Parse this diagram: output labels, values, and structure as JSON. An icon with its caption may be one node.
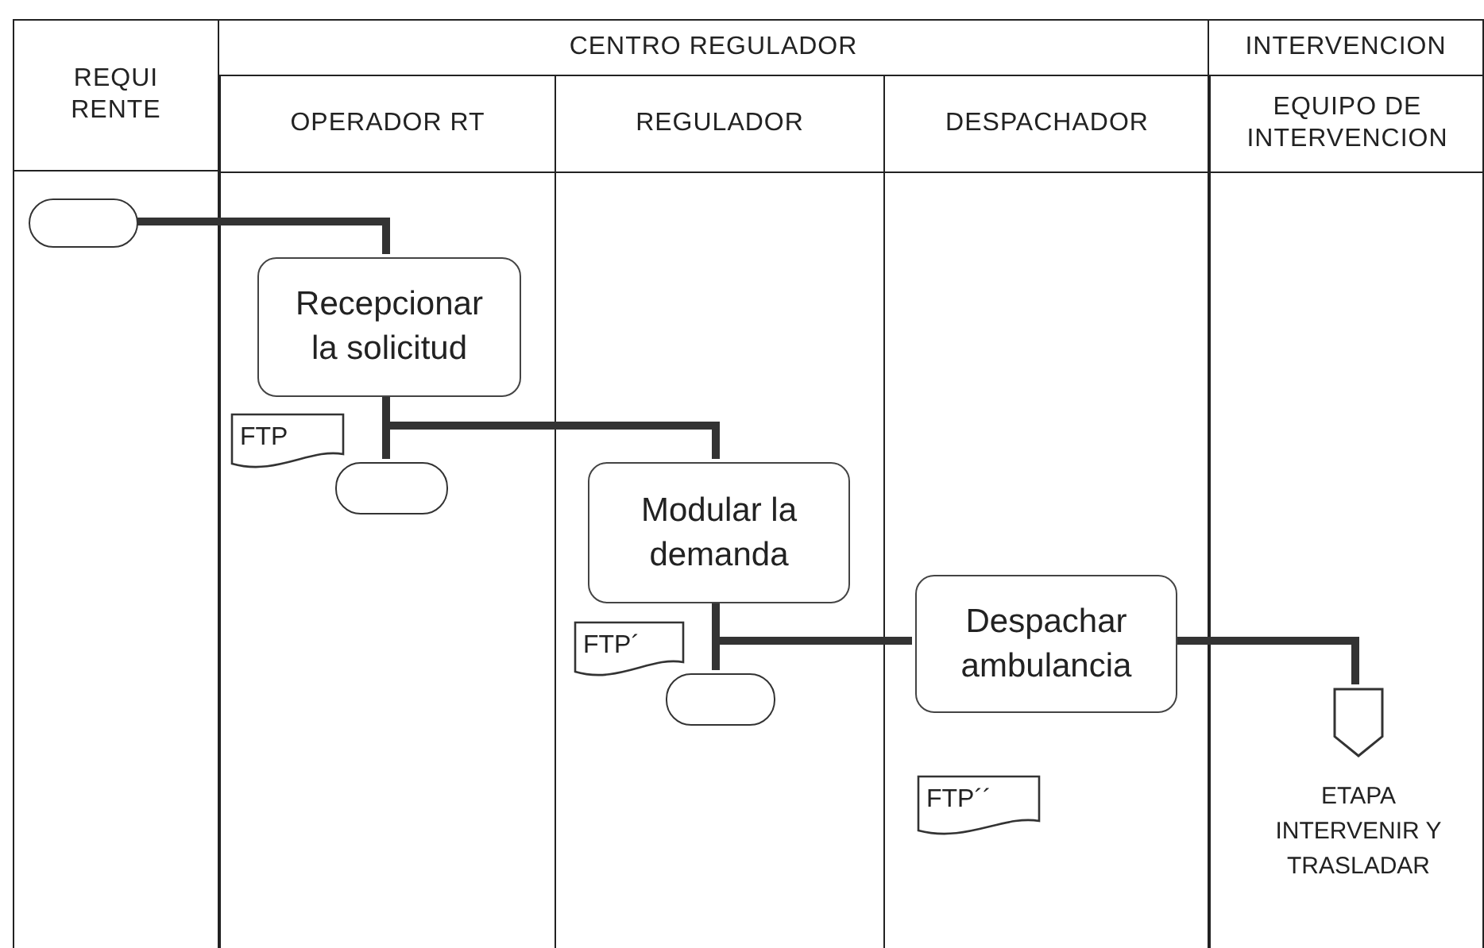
{
  "diagram": {
    "nodes": [
      {
        "text": [
          "REQUI RENTE"
        ]
      },
      {
        "text": [
          "CENTRO REGULADOR"
        ]
      },
      {
        "text": [
          "OPERADOR RT"
        ],
        "in": 1
      },
      {
        "text": [
          "REGULADOR"
        ],
        "in": 1
      },
      {
        "text": [
          "DESPACHADOR"
        ],
        "in": 1
      },
      {
        "text": [
          "INTERVENCION"
        ]
      },
      {
        "text": [
          "EQUIPO DE INTERVENCION"
        ],
        "in": 5
      },
      {
        "text": [],
        "shape": "box",
        "in": 0
      },
      {
        "text": [
          "Recepcionar la solicitud"
        ],
        "in": 2
      },
      {
        "text": [
          "FTP"
        ],
        "in": 2
      },
      {
        "text": [],
        "shape": "box",
        "in": 2
      },
      {
        "text": [
          "Modular la demanda"
        ],
        "in": 3
      },
      {
        "text": [
          "FTP´"
        ],
        "in": 3
      },
      {
        "text": [],
        "shape": "box",
        "in": 3
      },
      {
        "text": [
          "Despachar ambulancia"
        ],
        "in": 4
      },
      {
        "text": [
          "FTP´´"
        ],
        "in": 4
      },
      {
        "text": [],
        "shape": "pentagon",
        "in": 6,
        "beside": [
          "ETAPA INTERVENIR Y TRASLADAR"
        ]
      }
    ],
    "edges": [
      {
        "from": 7,
        "to": 8,
        "arrow": "none"
      },
      {
        "from": 8,
        "to": 10,
        "arrow": "none"
      },
      {
        "from": 8,
        "to": 11,
        "arrow": "none"
      },
      {
        "from": 11,
        "to": 13,
        "arrow": "none"
      },
      {
        "from": 11,
        "to": 14,
        "arrow": "none"
      },
      {
        "from": 14,
        "to": 16,
        "arrow": "none"
      }
    ]
  }
}
